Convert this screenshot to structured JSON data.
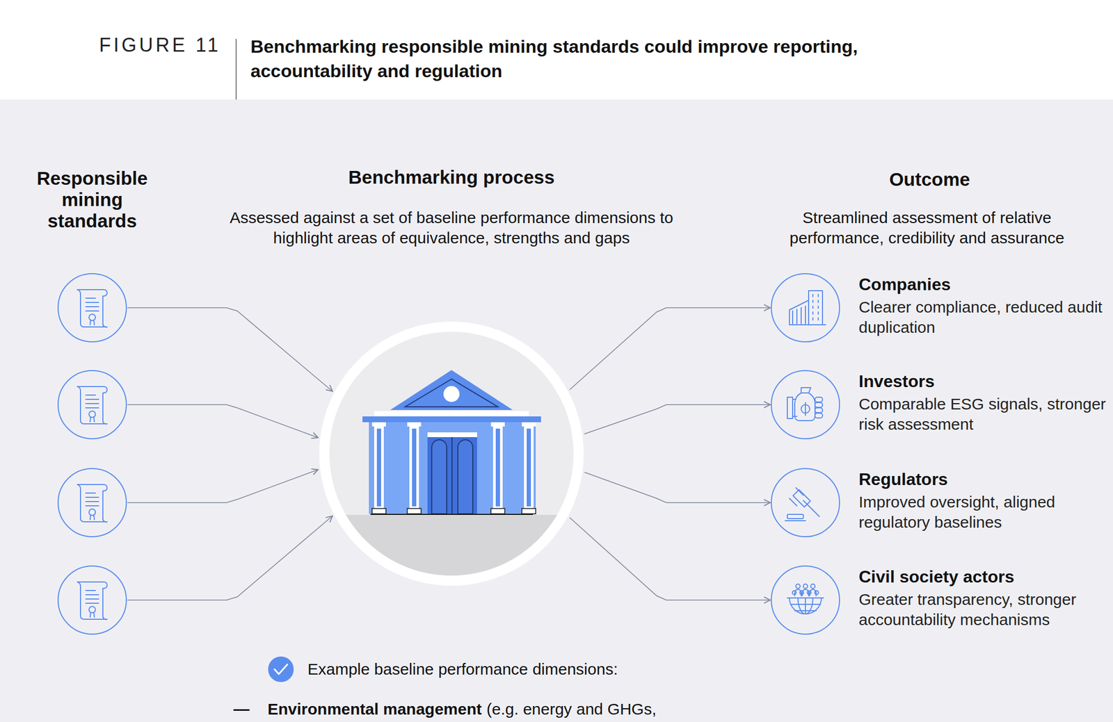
{
  "diagram": {
    "title": "Benchmarking responsible mining standards could improve reporting, accountability and regulation",
    "nodes": [
      {
        "text": [
          "Responsible mining standards"
        ]
      },
      {
        "text": [
          "Benchmarking process",
          "Assessed against a set of baseline performance dimensions to highlight areas of equivalence, strengths and gaps"
        ]
      },
      {
        "text": [
          "Companies",
          "Clearer compliance, reduced audit duplication"
        ]
      },
      {
        "text": [
          "Investors",
          "Comparable ESG signals, stronger risk assessment"
        ]
      },
      {
        "text": [
          "Regulators",
          "Improved oversight, aligned regulatory baselines"
        ]
      },
      {
        "text": [
          "Civil society actors",
          "Greater transparency, stronger accountability mechanisms"
        ]
      }
    ],
    "edges": [
      {
        "from": 0,
        "to": 1,
        "arrow": "to"
      },
      {
        "from": 0,
        "to": 1,
        "arrow": "to"
      },
      {
        "from": 0,
        "to": 1,
        "arrow": "to"
      },
      {
        "from": 0,
        "to": 1,
        "arrow": "to"
      },
      {
        "from": 1,
        "to": 2,
        "arrow": "to"
      },
      {
        "from": 1,
        "to": 3,
        "arrow": "to"
      },
      {
        "from": 1,
        "to": 4,
        "arrow": "to"
      },
      {
        "from": 1,
        "to": 5,
        "arrow": "to"
      }
    ],
    "labels": [
      "FIGURE 11",
      "Outcome",
      "Streamlined assessment of relative performance, credibility and assurance",
      "Example baseline performance dimensions:",
      "—",
      "Environmental management",
      "(e.g. energy and GHGs,"
    ]
  }
}
